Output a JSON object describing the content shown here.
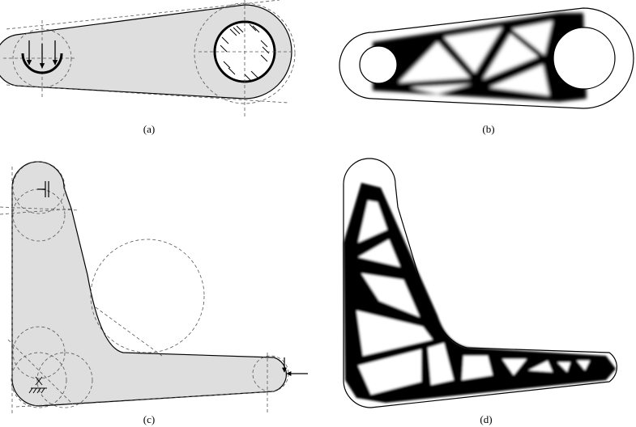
{
  "panels": [
    {
      "id": "a",
      "caption": "(a)",
      "kind": "design-domain"
    },
    {
      "id": "b",
      "caption": "(b)",
      "kind": "optimized-topology"
    },
    {
      "id": "c",
      "caption": "(c)",
      "kind": "design-domain"
    },
    {
      "id": "d",
      "caption": "(d)",
      "kind": "optimized-topology"
    }
  ],
  "colors": {
    "domain_fill": "#dedede",
    "outline": "#000000",
    "guide": "#555555",
    "material": "#000000",
    "void": "#ffffff"
  }
}
